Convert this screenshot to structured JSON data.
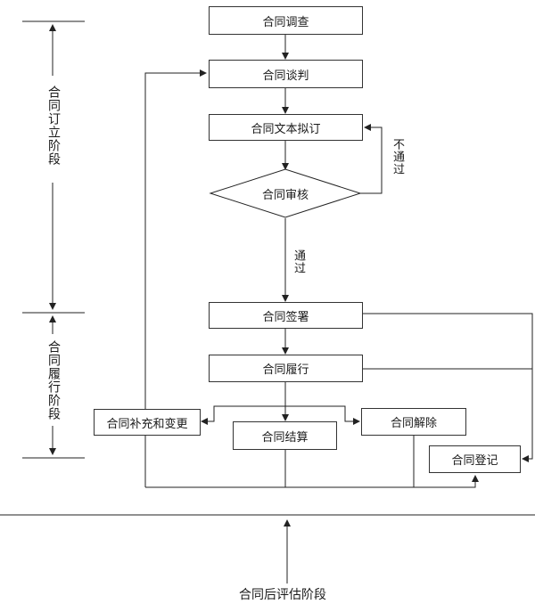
{
  "phases": {
    "sign": "合同订立阶段",
    "perform": "合同履行阶段",
    "post": "合同后评估阶段"
  },
  "steps": {
    "investigate": "合同调查",
    "negotiate": "合同谈判",
    "draft": "合同文本拟订",
    "review": "合同审核",
    "signing": "合同签署",
    "performance": "合同履行",
    "supplement": "合同补充和变更",
    "settlement": "合同结算",
    "termination": "合同解除",
    "registration": "合同登记"
  },
  "edges": {
    "not_pass": "不通过",
    "pass": "通过"
  }
}
